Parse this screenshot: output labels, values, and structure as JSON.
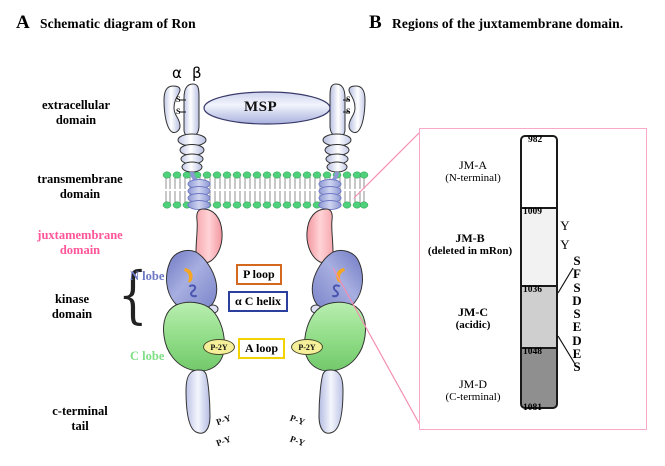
{
  "figure": {
    "panel_a": {
      "letter": "A",
      "title": "Schematic diagram of Ron",
      "side_labels": [
        {
          "id": "extracellular",
          "line1": "extracellular",
          "line2": "domain",
          "color": "#000000"
        },
        {
          "id": "transmembrane",
          "line1": "transmembrane",
          "line2": "domain",
          "color": "#000000"
        },
        {
          "id": "juxtamembrane",
          "line1": "juxtamembrane",
          "line2": "domain",
          "color": "#ff5599"
        },
        {
          "id": "kinase",
          "line1": "kinase",
          "line2": "domain",
          "color": "#000000"
        },
        {
          "id": "cterminal",
          "line1": "c-terminal",
          "line2": "tail",
          "color": "#000000"
        }
      ],
      "lobes": [
        {
          "id": "n-lobe",
          "label": "N lobe",
          "color": "#6c77c4"
        },
        {
          "id": "c-lobe",
          "label": "C lobe",
          "color": "#7ede84"
        }
      ],
      "chains": {
        "alpha": "α",
        "beta": "β"
      },
      "ligand": {
        "label": "MSP"
      },
      "disulfide_label": "S",
      "kinase_legend": [
        {
          "id": "p-loop",
          "label": "P loop",
          "border_color": "#d2691e"
        },
        {
          "id": "ac-helix",
          "label": "α C helix",
          "border_color": "#2b3f9e"
        },
        {
          "id": "a-loop",
          "label": "A loop",
          "border_color": "#f2d200"
        }
      ],
      "phospho_sites": {
        "activation_loop": "P-2Y",
        "tail": "P-Y"
      },
      "colors": {
        "membrane_head": "#4fd07a",
        "membrane_tail": "#a8a8a8",
        "n_lobe_fill": "#8f96d6",
        "c_lobe_fill": "#95e08e",
        "jm_fill": "#f5a0a8",
        "sema_fill": "#d7dbf2",
        "connector": "#f48fb1"
      }
    },
    "panel_b": {
      "letter": "B",
      "title": "Regions of the juxtamembrane domain.",
      "regions": [
        {
          "id": "jm-a",
          "name": "JM-A",
          "sub": "(N-terminal)",
          "bold": false,
          "fill": "#ffffff",
          "start": "982",
          "end": "1009"
        },
        {
          "id": "jm-b",
          "name": "JM-B",
          "sub": "(deleted in mRon)",
          "bold": true,
          "fill": "#f2f2f2",
          "start": "1009",
          "end": "1036"
        },
        {
          "id": "jm-c",
          "name": "JM-C",
          "sub": "(acidic)",
          "bold": true,
          "fill": "#d0d0d0",
          "start": "1036",
          "end": "1048"
        },
        {
          "id": "jm-d",
          "name": "JM-D",
          "sub": "(C-terminal)",
          "bold": false,
          "fill": "#8f8f8f",
          "start": "1048",
          "end": "1081"
        }
      ],
      "boundary_numbers": [
        "982",
        "1009",
        "1036",
        "1048",
        "1081"
      ],
      "tyrosines": [
        "Y",
        "Y"
      ],
      "acidic_sequence": [
        "S",
        "F",
        "S",
        "D",
        "S",
        "E",
        "D",
        "E",
        "S"
      ],
      "box_border_color": "#f9a8c8"
    }
  }
}
